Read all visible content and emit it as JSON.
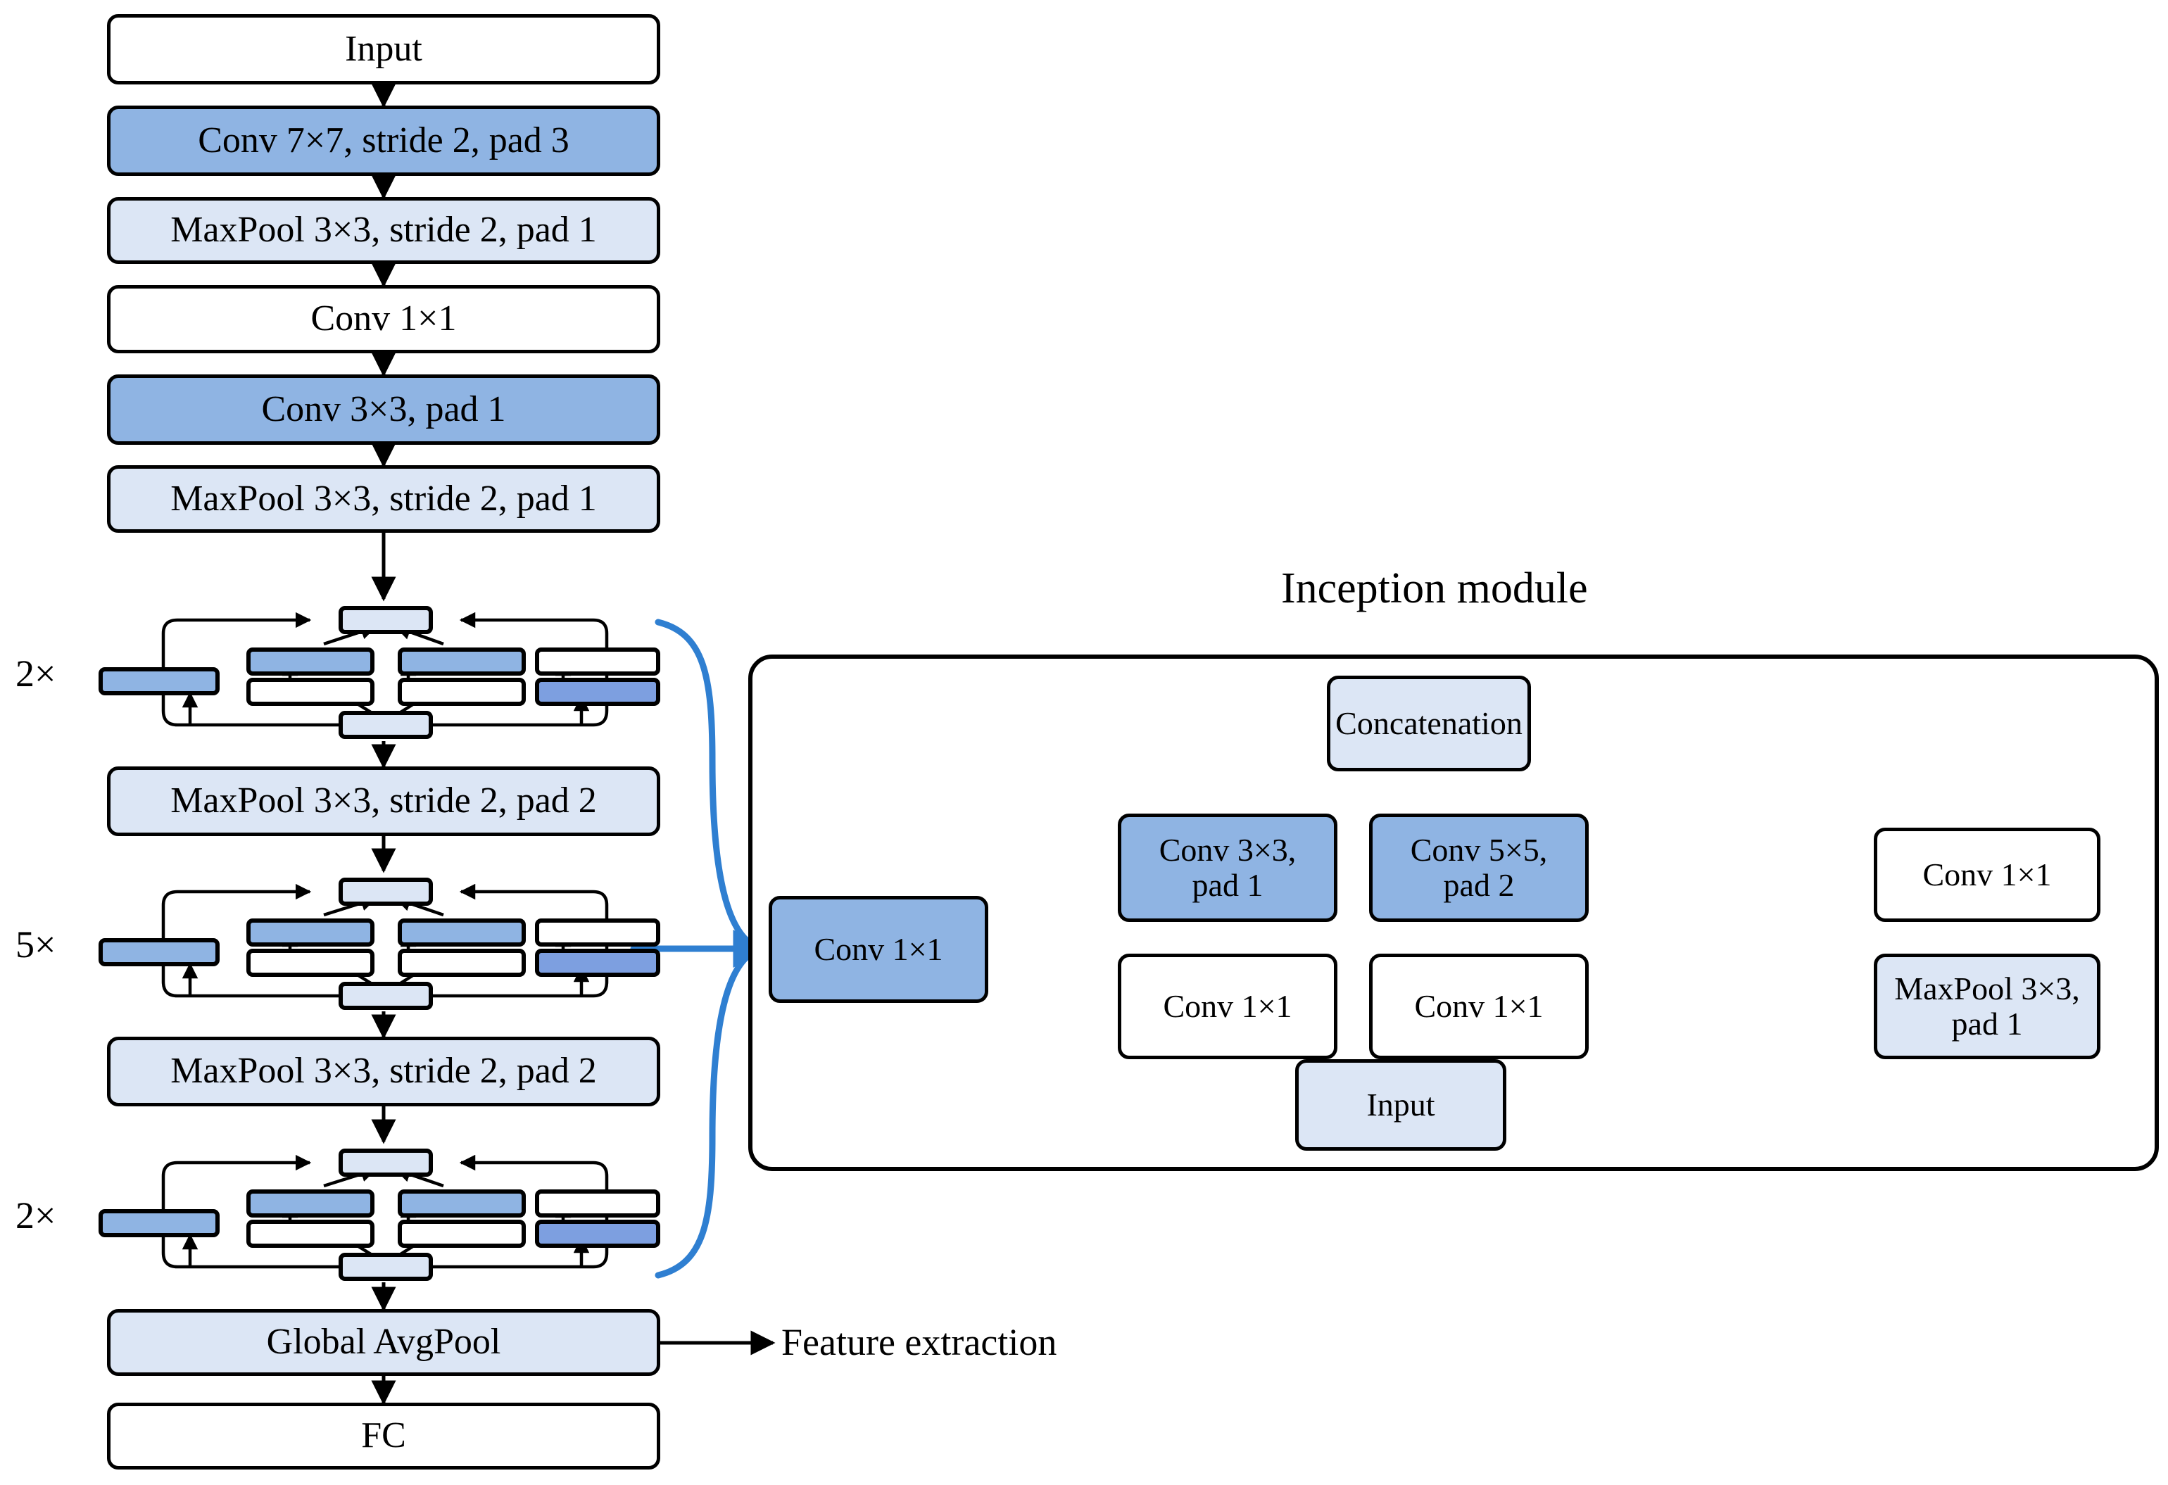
{
  "figure": {
    "type": "diagram",
    "subject": "GoogLeNet / Inception CNN architecture",
    "module_title": "Inception module",
    "feature_note": "Feature extraction"
  },
  "colors": {
    "fill_white": "#ffffff",
    "fill_light_blue": "#dce6f5",
    "fill_mid_blue": "#8fb4e3",
    "fill_strong_blue": "#7d9fe0",
    "stroke_black": "#000000",
    "brace_blue": "#2f7fd1"
  },
  "backbone": {
    "stages": [
      {
        "id": "input",
        "label": "Input",
        "fill": "white"
      },
      {
        "id": "conv7",
        "label": "Conv  7×7, stride 2, pad 3",
        "fill": "mid"
      },
      {
        "id": "pool1",
        "label": "MaxPool 3×3, stride 2, pad 1",
        "fill": "light"
      },
      {
        "id": "conv1",
        "label": "Conv  1×1",
        "fill": "white"
      },
      {
        "id": "conv3",
        "label": "Conv 3×3, pad 1",
        "fill": "mid"
      },
      {
        "id": "pool2",
        "label": "MaxPool 3×3, stride 2, pad 1",
        "fill": "light"
      },
      {
        "id": "incept_a",
        "label": "",
        "repeat": "2×"
      },
      {
        "id": "pool3",
        "label": "MaxPool 3×3, stride 2, pad 2",
        "fill": "light"
      },
      {
        "id": "incept_b",
        "label": "",
        "repeat": "5×"
      },
      {
        "id": "pool4",
        "label": "MaxPool 3×3, stride 2, pad 2",
        "fill": "light"
      },
      {
        "id": "incept_c",
        "label": "",
        "repeat": "2×"
      },
      {
        "id": "gap",
        "label": "Global AvgPool",
        "fill": "light"
      },
      {
        "id": "fc",
        "label": "FC",
        "fill": "white"
      }
    ],
    "repeat_labels": {
      "a": "2×",
      "b": "5×",
      "c": "2×"
    }
  },
  "inception_module": {
    "title": "Inception module",
    "nodes": {
      "input": {
        "label": "Input",
        "fill": "light"
      },
      "concat": {
        "label": "Concatenation",
        "fill": "light"
      },
      "branch1_conv": {
        "label": "Conv 1×1",
        "fill": "mid"
      },
      "branch2_red": {
        "label": "Conv 1×1",
        "fill": "white"
      },
      "branch2_conv": {
        "label": "Conv 3×3,\npad 1",
        "fill": "mid"
      },
      "branch3_red": {
        "label": "Conv 1×1",
        "fill": "white"
      },
      "branch3_conv": {
        "label": "Conv 5×5,\npad 2",
        "fill": "mid"
      },
      "branch4_pool": {
        "label": "MaxPool 3×3,\npad 1",
        "fill": "light"
      },
      "branch4_conv": {
        "label": "Conv 1×1",
        "fill": "white"
      }
    }
  }
}
